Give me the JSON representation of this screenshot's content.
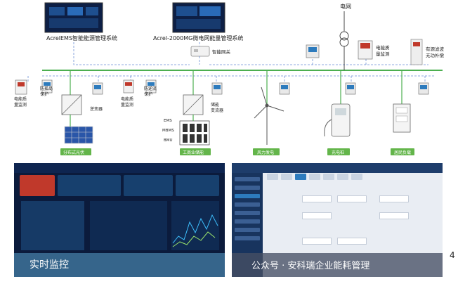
{
  "top_systems": {
    "ems_label": "AcrelEMS智能能源管理系统",
    "mg_label": "Acrel-2000MG微电网能量管理系统",
    "gateway_label": "智能网关",
    "grid_label": "电网"
  },
  "top_devices": {
    "pq_monitor_label_a": "电能质",
    "pq_monitor_label_b": "量监测",
    "filter_label_a": "有源滤波",
    "filter_label_b": "无功补偿"
  },
  "left_devices": {
    "pq1_a": "电能质",
    "pq1_b": "量监测",
    "anti_island_a": "防孤岛",
    "anti_island_b": "保护",
    "inverter": "逆变器",
    "pq2_a": "电能质",
    "pq2_b": "量监测",
    "backflow_a": "防逆流",
    "backflow_b": "保护",
    "storage_conv_a": "储能",
    "storage_conv_b": "变流器",
    "ems": "EMS",
    "mbms": "MBMS",
    "bmu": "BMU"
  },
  "source_labels": {
    "pv": "分布式光伏",
    "storage": "工商业储能",
    "wind": "风力发电",
    "charger": "充电桩",
    "load": "居民负载"
  },
  "screens": {
    "left_caption": "实时监控",
    "right_caption": "公众号 · 安科瑞企业能耗管理"
  },
  "colors": {
    "bus_green": "#4caf50",
    "label_green": "#63b54a",
    "comm_blue": "#6b8fd6"
  },
  "page_number": "4"
}
